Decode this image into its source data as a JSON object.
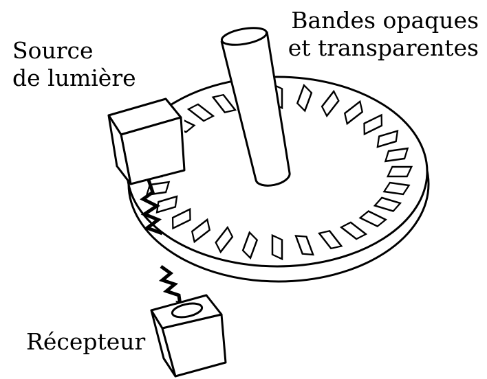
{
  "labels": {
    "bands": [
      "Bandes opaques",
      "et transparentes"
    ],
    "source": [
      "Source",
      "de lumière"
    ],
    "receptor": [
      "Récepteur"
    ]
  },
  "colors": {
    "stroke": "#000000",
    "background": "#ffffff"
  },
  "slot_count": 28
}
